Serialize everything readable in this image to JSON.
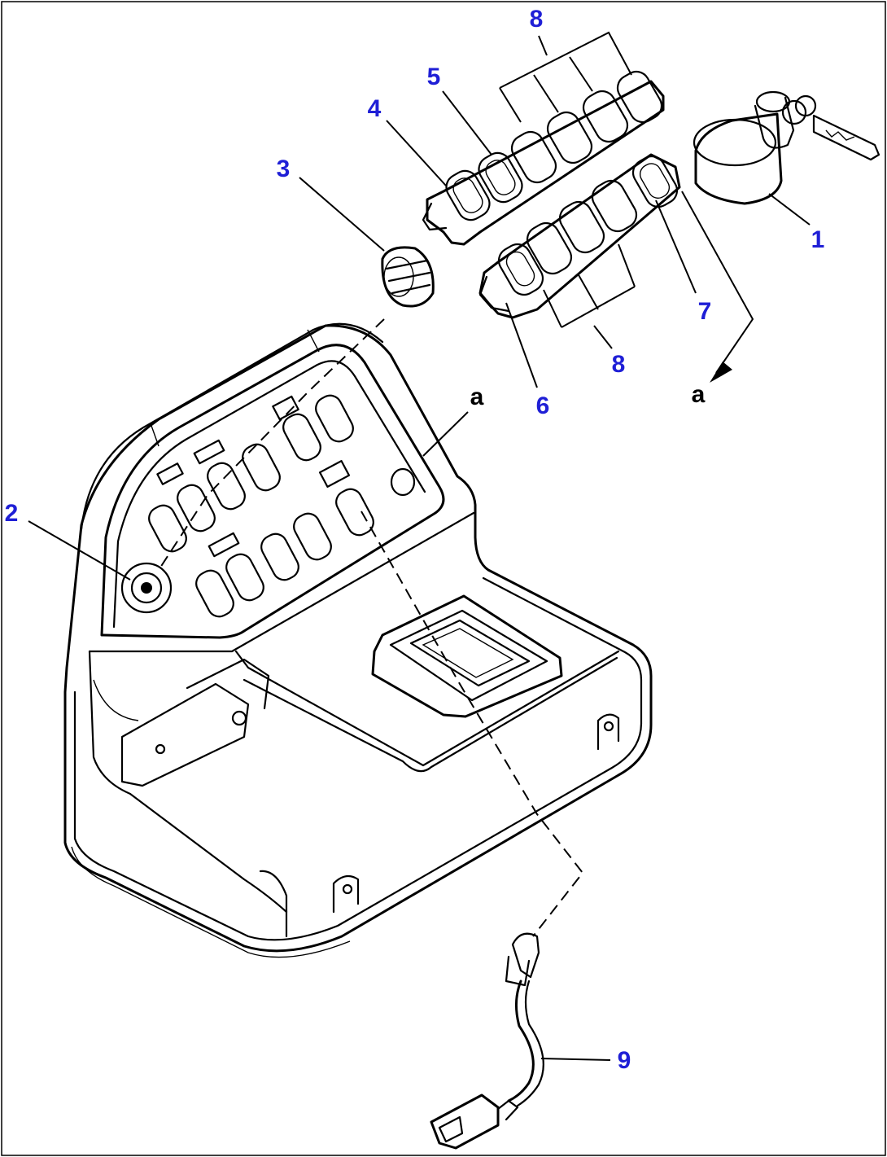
{
  "callouts": {
    "c1": "1",
    "c2": "2",
    "c3": "3",
    "c4": "4",
    "c5": "5",
    "c6": "6",
    "c7": "7",
    "c8_top": "8",
    "c8_bottom": "8",
    "c9": "9",
    "a_panel": "a",
    "a_arrow": "a"
  },
  "colors": {
    "callout_number": "#1f1fd6",
    "reference_letter": "#000000",
    "line_art": "#000000",
    "background": "#ffffff"
  }
}
